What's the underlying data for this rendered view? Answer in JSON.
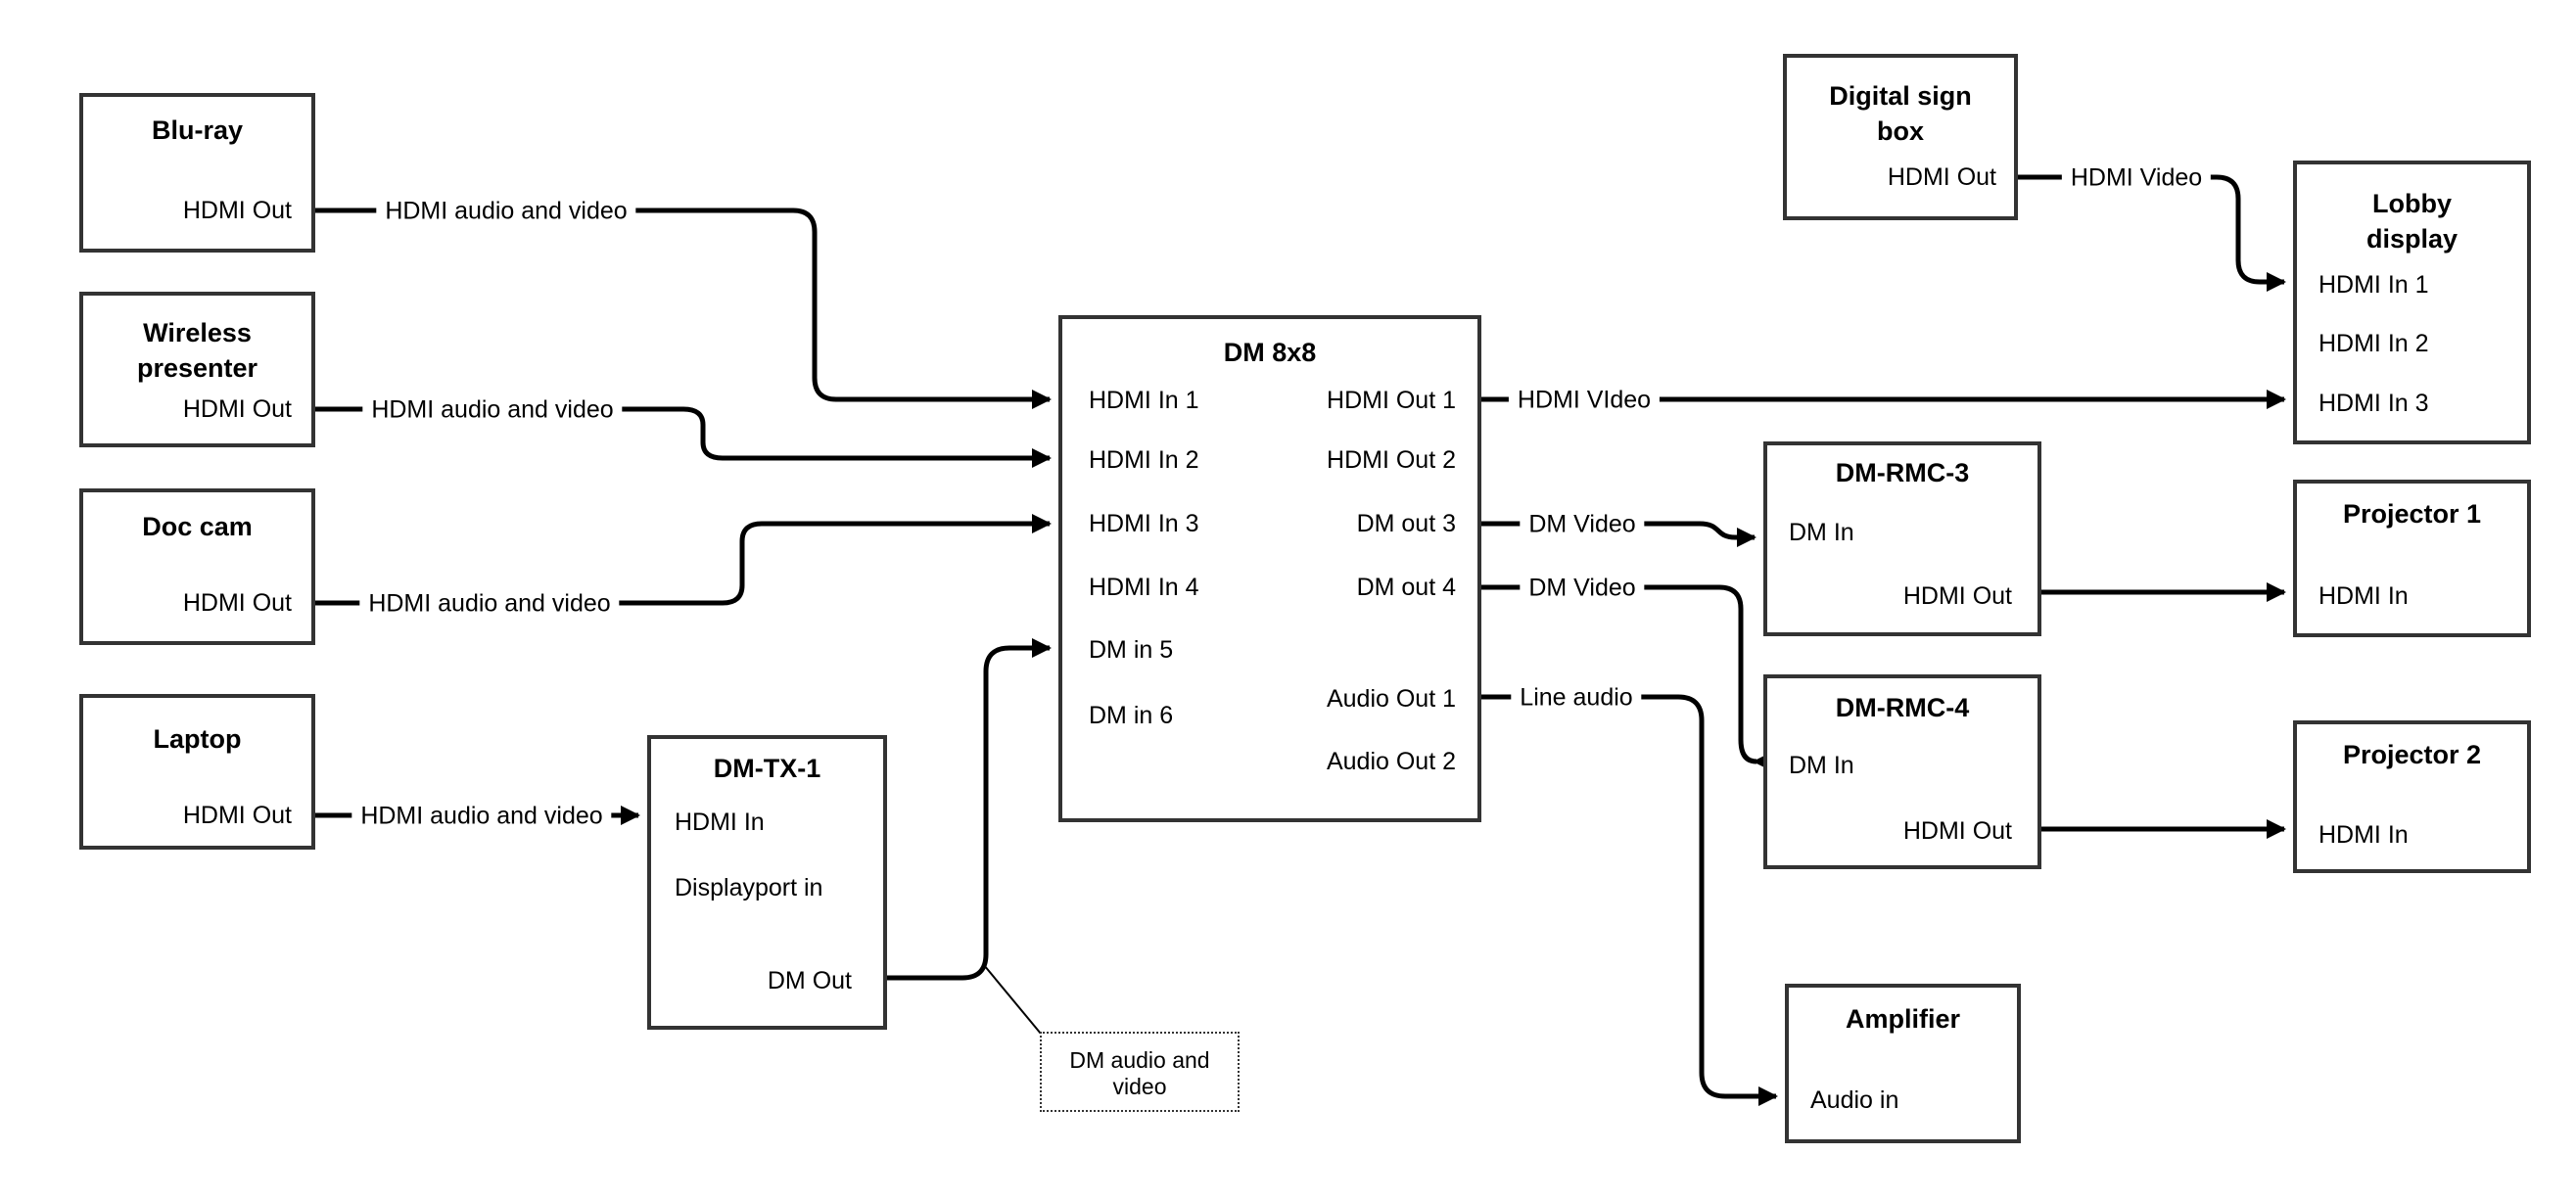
{
  "diagram": {
    "boxes": {
      "bluray": {
        "title": "Blu-ray",
        "port_hdmi_out": "HDMI Out"
      },
      "wireless": {
        "title": "Wireless\npresenter",
        "port_hdmi_out": "HDMI Out"
      },
      "doccam": {
        "title": "Doc cam",
        "port_hdmi_out": "HDMI Out"
      },
      "laptop": {
        "title": "Laptop",
        "port_hdmi_out": "HDMI Out"
      },
      "dmtx1": {
        "title": "DM-TX-1",
        "port_hdmi_in": "HDMI In",
        "port_dp_in": "Displayport in",
        "port_dm_out": "DM Out"
      },
      "dm8x8": {
        "title": "DM 8x8",
        "left_ports": [
          "HDMI In 1",
          "HDMI In 2",
          "HDMI In 3",
          "HDMI In 4",
          "DM in 5",
          "DM in 6"
        ],
        "right_ports": [
          "HDMI Out 1",
          "HDMI Out 2",
          "DM out 3",
          "DM out 4",
          "Audio Out 1",
          "Audio Out 2"
        ]
      },
      "signbox": {
        "title": "Digital sign\nbox",
        "port_hdmi_out": "HDMI Out"
      },
      "lobby": {
        "title": "Lobby\ndisplay",
        "ports": [
          "HDMI In 1",
          "HDMI In 2",
          "HDMI In 3"
        ]
      },
      "rmc3": {
        "title": "DM-RMC-3",
        "port_dm_in": "DM In",
        "port_hdmi_out": "HDMI Out"
      },
      "rmc4": {
        "title": "DM-RMC-4",
        "port_dm_in": "DM In",
        "port_hdmi_out": "HDMI Out"
      },
      "proj1": {
        "title": "Projector 1",
        "port_hdmi_in": "HDMI In"
      },
      "proj2": {
        "title": "Projector 2",
        "port_hdmi_in": "HDMI In"
      },
      "amp": {
        "title": "Amplifier",
        "port_audio_in": "Audio in"
      }
    },
    "wire_labels": {
      "bluray_to_dm": "HDMI audio and video",
      "wireless_to_dm": "HDMI audio and video",
      "doccam_to_dm": "HDMI audio and video",
      "laptop_to_tx": "HDMI audio and video",
      "out1_to_lobby": "HDMI VIdeo",
      "signbox_to_lobby": "HDMI Video",
      "out3_to_rmc3": "DM Video",
      "out4_to_rmc4": "DM Video",
      "audio1_to_amp": "Line audio",
      "dm_av_note": "DM audio and\nvideo"
    },
    "colors": {
      "line": "#000000",
      "box_border": "#333333",
      "background": "#ffffff",
      "text": "#000000"
    }
  }
}
